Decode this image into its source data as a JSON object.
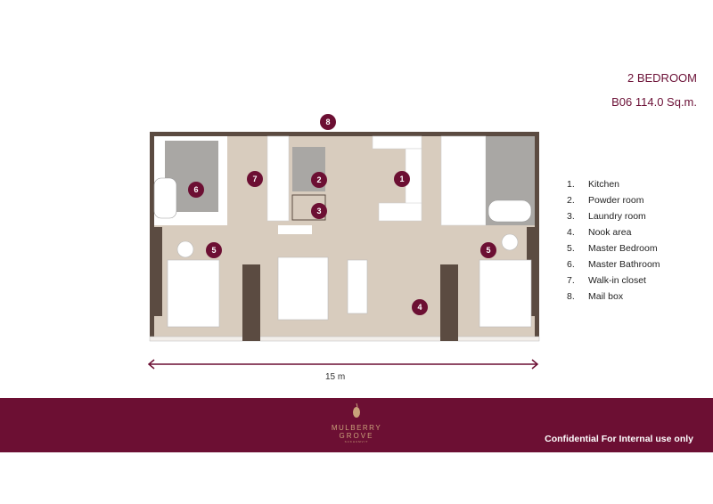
{
  "header": {
    "type": "2 BEDROOM",
    "unit": "B06 114.0 Sq.m."
  },
  "legend": [
    {
      "num": "1.",
      "label": "Kitchen"
    },
    {
      "num": "2.",
      "label": "Powder room"
    },
    {
      "num": "3.",
      "label": "Laundry room"
    },
    {
      "num": "4.",
      "label": "Nook area"
    },
    {
      "num": "5.",
      "label": "Master Bedroom"
    },
    {
      "num": "6.",
      "label": "Master Bathroom"
    },
    {
      "num": "7.",
      "label": "Walk-in closet"
    },
    {
      "num": "8.",
      "label": "Mail box"
    }
  ],
  "markers": [
    "1",
    "2",
    "3",
    "4",
    "5",
    "5",
    "6",
    "7",
    "8"
  ],
  "dimension": "15 m",
  "footer": {
    "logo_line1": "MULBERRY",
    "logo_line2": "GROVE",
    "logo_line3": "SUKHUMVIT",
    "confidential": "Confidential For Internal use only"
  },
  "colors": {
    "brand": "#6c0f33",
    "floor": "#d8ccbe",
    "wall": "#5b4b41",
    "wet": "#a9a7a4"
  }
}
